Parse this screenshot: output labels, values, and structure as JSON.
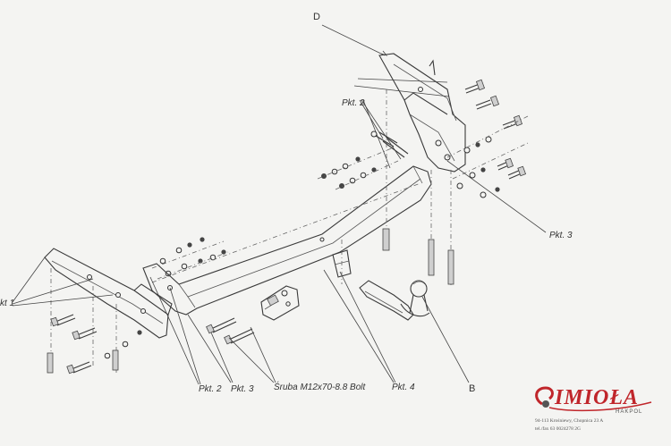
{
  "labels": {
    "d": "D",
    "b": "B",
    "pkt1": "kt 1",
    "pkt2_top": "Pkt. 2",
    "pkt3_right": "Pkt. 3",
    "pkt2_bottom": "Pkt. 2",
    "pkt3_bottom": "Pkt. 3",
    "bolt": "Śruba M12x70-8.8   Bolt",
    "pkt4": "Pkt. 4"
  },
  "brand": {
    "name": "IMIOŁA",
    "sub": "HAKPOL",
    "address_line1": "94-113 Krośniewy, Chopnica 23 A",
    "address_line2": "tel./fax 63 0024278 2G"
  },
  "colors": {
    "brand": "#c0262b",
    "ink": "#3a3a3a",
    "background": "#f4f4f2"
  }
}
